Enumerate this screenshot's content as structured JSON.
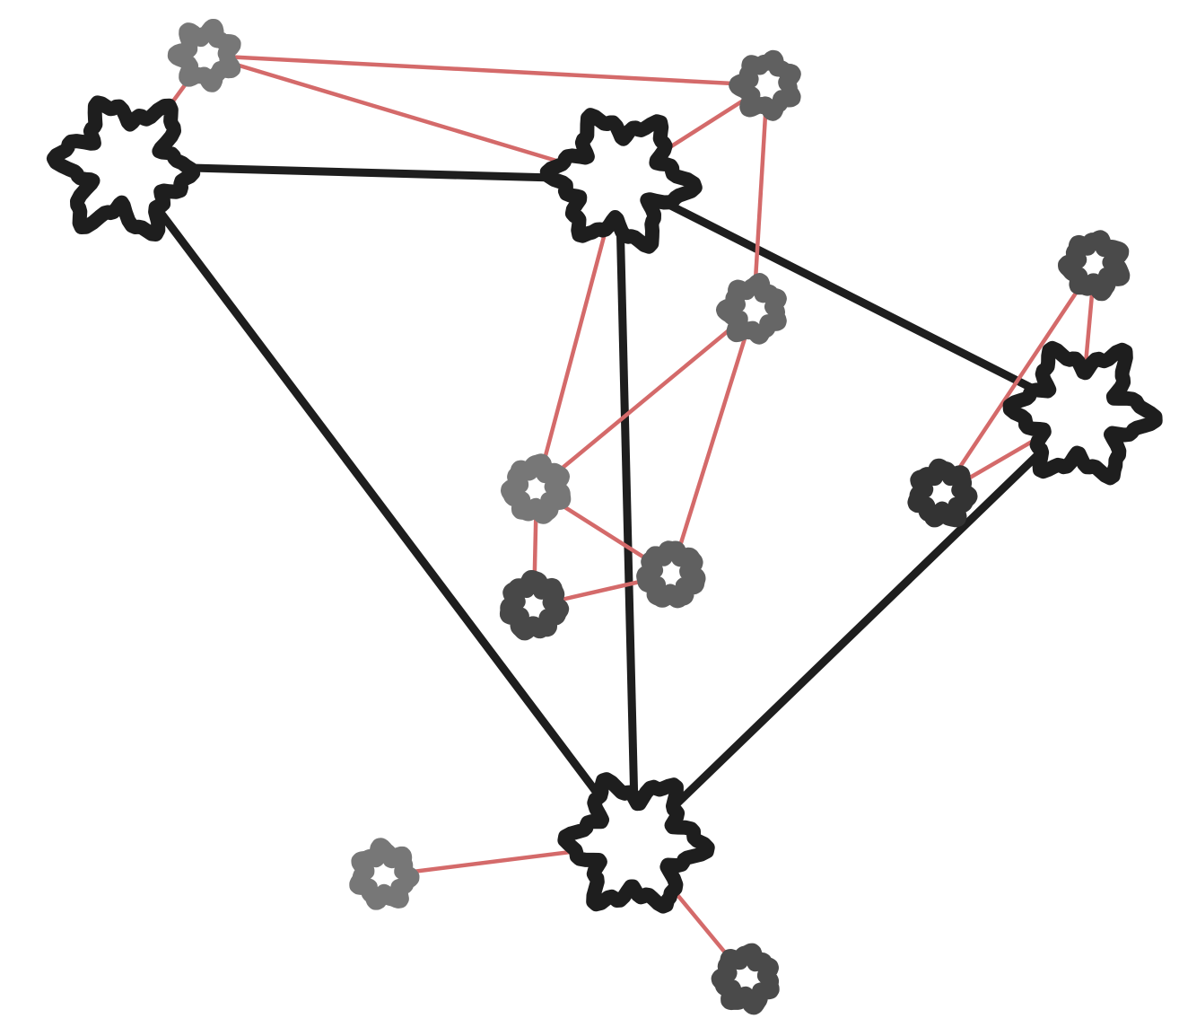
{
  "colors": {
    "background": "#ffffff",
    "major_edge": "#1e1e1e",
    "minor_edge": "#d46a6a",
    "major_node": "#1e1e1e"
  },
  "nodes": [
    {
      "id": "L1",
      "kind": "major",
      "color": "#1e1e1e"
    },
    {
      "id": "L2",
      "kind": "major",
      "color": "#1e1e1e"
    },
    {
      "id": "L3",
      "kind": "major",
      "color": "#1e1e1e"
    },
    {
      "id": "L4",
      "kind": "major",
      "color": "#1e1e1e"
    },
    {
      "id": "S1",
      "kind": "minor",
      "color": "#777777"
    },
    {
      "id": "S2",
      "kind": "minor",
      "color": "#606060"
    },
    {
      "id": "S3",
      "kind": "minor",
      "color": "#666666"
    },
    {
      "id": "S4",
      "kind": "minor",
      "color": "#4a4a4a"
    },
    {
      "id": "S5",
      "kind": "minor",
      "color": "#777777"
    },
    {
      "id": "S6",
      "kind": "minor",
      "color": "#606060"
    },
    {
      "id": "S7",
      "kind": "minor",
      "color": "#484848"
    },
    {
      "id": "S8",
      "kind": "minor",
      "color": "#333333"
    },
    {
      "id": "S9",
      "kind": "minor",
      "color": "#777777"
    },
    {
      "id": "S10",
      "kind": "minor",
      "color": "#4a4a4a"
    }
  ],
  "edges": [
    {
      "from": "L1",
      "to": "L2",
      "kind": "major"
    },
    {
      "from": "L1",
      "to": "L4",
      "kind": "major"
    },
    {
      "from": "L2",
      "to": "L4",
      "kind": "major"
    },
    {
      "from": "L2",
      "to": "L3",
      "kind": "major"
    },
    {
      "from": "L3",
      "to": "L4",
      "kind": "major"
    },
    {
      "from": "S1",
      "to": "S2",
      "kind": "minor"
    },
    {
      "from": "S1",
      "to": "L2",
      "kind": "minor"
    },
    {
      "from": "S1",
      "to": "L1",
      "kind": "minor"
    },
    {
      "from": "S2",
      "to": "L2",
      "kind": "minor"
    },
    {
      "from": "S2",
      "to": "S3",
      "kind": "minor"
    },
    {
      "from": "L2",
      "to": "S5",
      "kind": "minor"
    },
    {
      "from": "S3",
      "to": "S5",
      "kind": "minor"
    },
    {
      "from": "S3",
      "to": "S6",
      "kind": "minor"
    },
    {
      "from": "S5",
      "to": "S6",
      "kind": "minor"
    },
    {
      "from": "S5",
      "to": "S7",
      "kind": "minor"
    },
    {
      "from": "S7",
      "to": "S6",
      "kind": "minor"
    },
    {
      "from": "S4",
      "to": "L3",
      "kind": "minor"
    },
    {
      "from": "S4",
      "to": "S8",
      "kind": "minor"
    },
    {
      "from": "S8",
      "to": "L3",
      "kind": "minor"
    },
    {
      "from": "S9",
      "to": "L4",
      "kind": "minor"
    },
    {
      "from": "L4",
      "to": "S10",
      "kind": "minor"
    }
  ]
}
